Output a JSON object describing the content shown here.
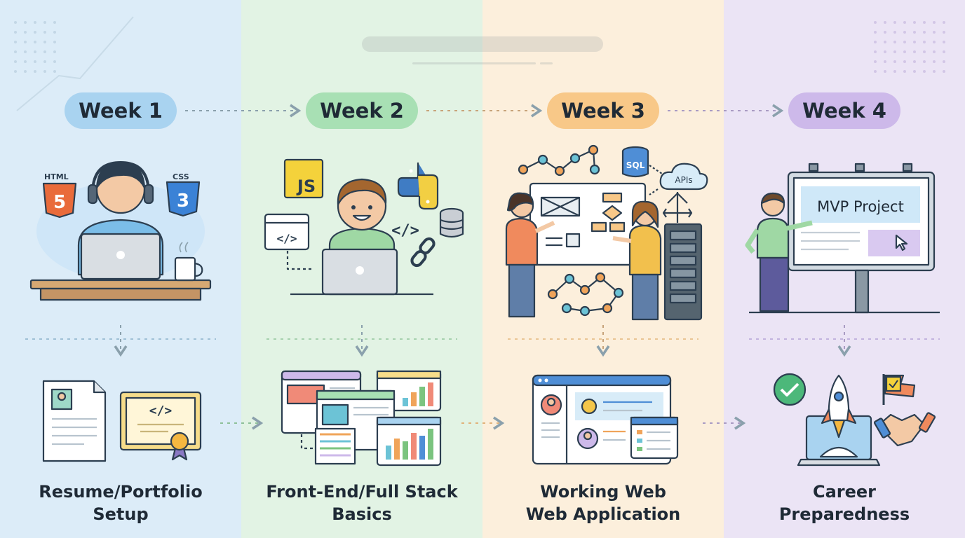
{
  "colors": {
    "col1_bg": "#dcecf8",
    "col2_bg": "#e2f3e4",
    "col3_bg": "#fcefdc",
    "col4_bg": "#ebe4f5",
    "week1_pill": "#a9d3f0",
    "week2_pill": "#a8e0b4",
    "week3_pill": "#f8c888",
    "week4_pill": "#cdb9ea",
    "ink": "#1f2a36"
  },
  "weeks": [
    {
      "label": "Week 1"
    },
    {
      "label": "Week 2"
    },
    {
      "label": "Week 3"
    },
    {
      "label": "Week 4"
    }
  ],
  "illustrations": {
    "week1": {
      "badge_left": "HTML",
      "badge_right": "CSS"
    },
    "week2": {
      "badge": "JS"
    },
    "week3": {
      "db_label": "SQL",
      "cloud_label": "APIs"
    },
    "week4": {
      "board_title": "MVP Project"
    }
  },
  "outcomes": [
    {
      "line1": "Resume/Portfolio",
      "line2": "Setup"
    },
    {
      "line1": "Front-End/Full Stack",
      "line2": "Basics"
    },
    {
      "line1": "Working Web",
      "line2": "Web Application"
    },
    {
      "line1": "Career",
      "line2": "Preparedness"
    }
  ]
}
